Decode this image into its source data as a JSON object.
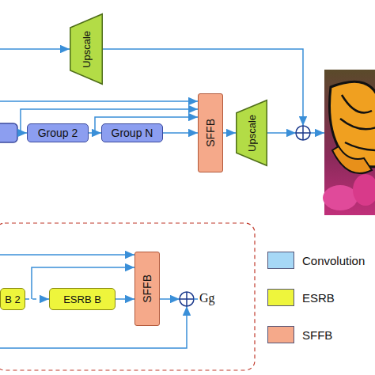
{
  "diagram": {
    "nodes": [
      {
        "text": [
          "Upscale"
        ]
      },
      {
        "text": [
          "Group 2"
        ]
      },
      {
        "text": [
          "Group N"
        ]
      },
      {
        "text": [
          "SFFB"
        ]
      },
      {
        "text": [
          "Upscale"
        ]
      },
      {
        "text": [
          "B 2"
        ]
      },
      {
        "text": [
          "ESRB B"
        ]
      },
      {
        "text": [
          "SFFB"
        ]
      }
    ],
    "edges": [
      {
        "from": 1,
        "to": 2,
        "arrow": "to"
      },
      {
        "from": 2,
        "to": 3,
        "arrow": "to"
      },
      {
        "from": 3,
        "to": 4,
        "arrow": "to"
      },
      {
        "from": 5,
        "to": 6,
        "arrow": "to"
      },
      {
        "from": 6,
        "to": 7,
        "arrow": "to"
      }
    ],
    "labels": [
      "Gg"
    ],
    "legend": [
      {
        "text": "Convolution",
        "color": "#a6d8f6"
      },
      {
        "text": "ESRB",
        "color": "#eef53c"
      },
      {
        "text": "SFFB",
        "color": "#f5a98a"
      }
    ]
  }
}
